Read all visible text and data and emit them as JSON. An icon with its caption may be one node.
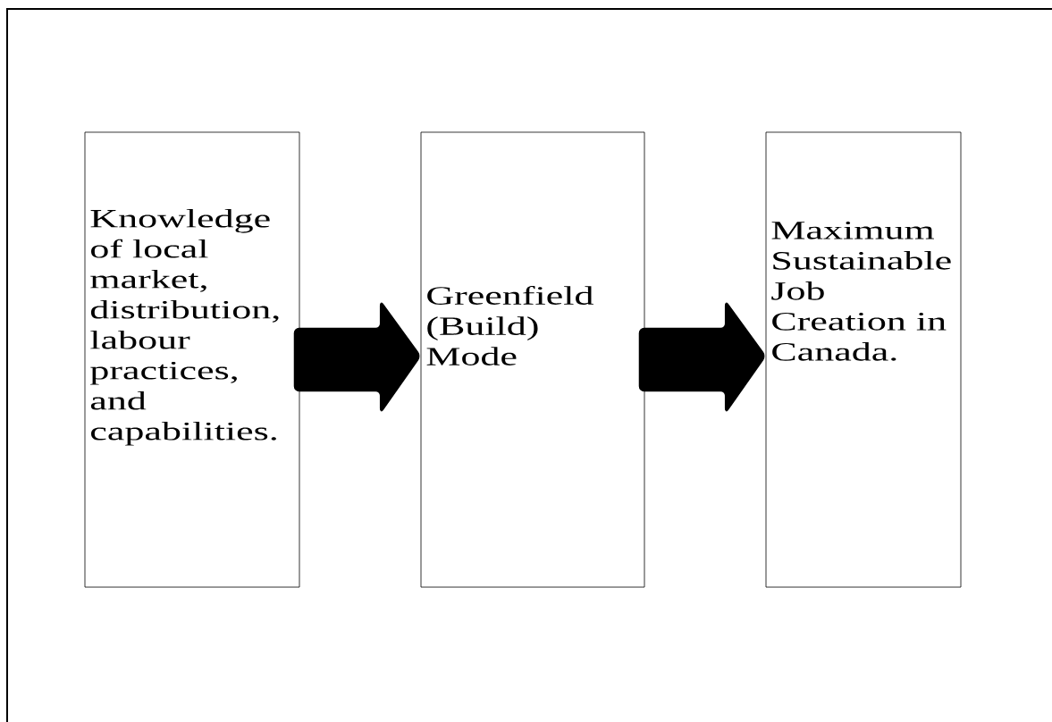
{
  "diagram": {
    "nodes": [
      {
        "text": [
          "Knowledge of local market, distribution, labour practices, and capabilities."
        ]
      },
      {
        "text": [
          "Greenfield (Build) Mode"
        ]
      },
      {
        "text": [
          "Maximum Sustainable Job Creation in Canada."
        ]
      }
    ],
    "edges": [
      {
        "from": 0,
        "to": 1,
        "arrow": "to",
        "style": "thick"
      },
      {
        "from": 1,
        "to": 2,
        "arrow": "to",
        "style": "thick"
      }
    ]
  }
}
